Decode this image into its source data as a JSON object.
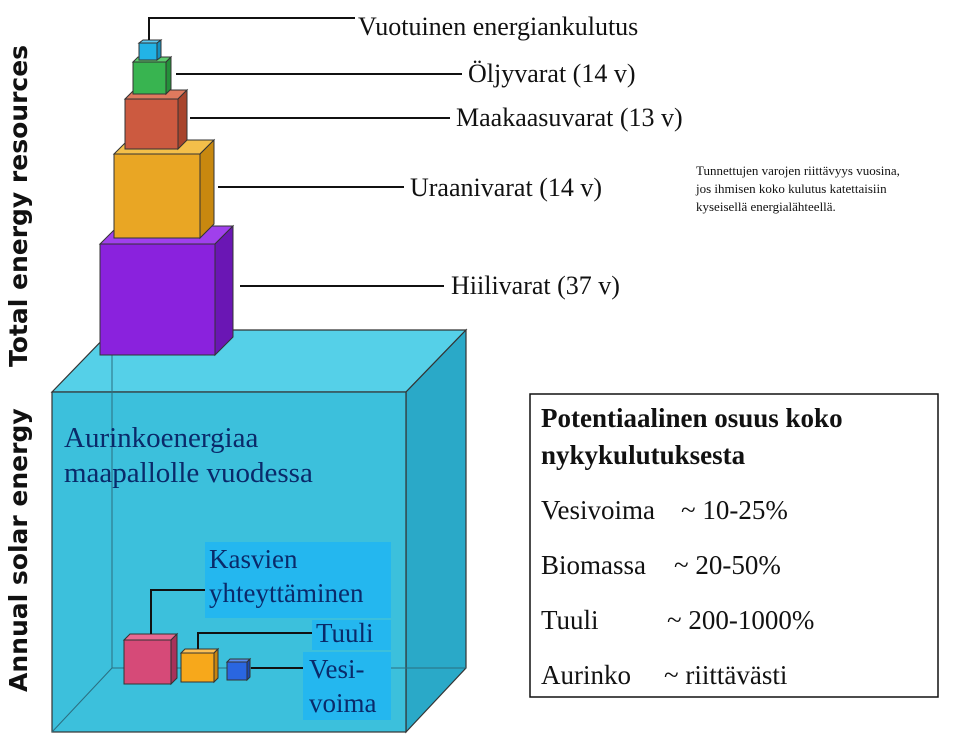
{
  "side_labels": {
    "total": "Total energy resources",
    "annual": "Annual solar energy"
  },
  "reserves": {
    "consumption": "Vuotuinen energiankulutus",
    "oil": "Öljyvarat (14 v)",
    "gas": "Maakaasuvarat (13 v)",
    "uranium": "Uraanivarat (14 v)",
    "coal": "Hiilivarat (37 v)"
  },
  "note": {
    "line1": "Tunnettujen varojen riittävyys vuosina,",
    "line2": "jos ihmisen koko kulutus katettaisiin",
    "line3": "kyseisellä energialähteellä."
  },
  "solar": {
    "title_line1": "Aurinkoenergiaa",
    "title_line2": "maapallolle vuodessa",
    "photosynthesis_line1": "Kasvien",
    "photosynthesis_line2": "yhteyttäminen",
    "wind": "Tuuli",
    "hydro_line1": "Vesi-",
    "hydro_line2": "voima"
  },
  "potential": {
    "title_line1": "Potentiaalinen osuus koko",
    "title_line2": "nykykulutuksesta",
    "rows": [
      {
        "name": "Vesivoima",
        "value": "~ 10-25%"
      },
      {
        "name": "Biomassa",
        "value": "~ 20-50%"
      },
      {
        "name": "Tuuli",
        "value": "~ 200-1000%"
      },
      {
        "name": "Aurinko",
        "value": "~ riittävästi"
      }
    ]
  },
  "colors": {
    "solar_cube": "#3cc0dc",
    "coal": "#8a22dd",
    "uranium": "#e9a624",
    "gas": "#cc5a40",
    "oil": "#38b450",
    "consumption": "#22b3e6",
    "biomass": "#d64a78",
    "wind_cube": "#f7a81b",
    "hydro_cube": "#2a66e0"
  }
}
